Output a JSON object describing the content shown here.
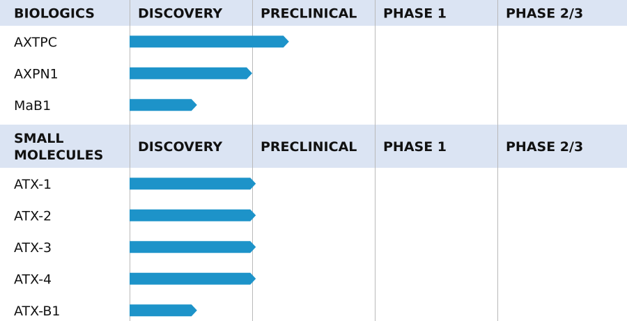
{
  "colors": {
    "header_band": "#dbe4f3",
    "bar": "#1d93c9",
    "grid": "#b9b9b9",
    "text": "#111111"
  },
  "chart_data": {
    "type": "bar",
    "title": "",
    "stages": [
      "DISCOVERY",
      "PRECLINICAL",
      "PHASE 1",
      "PHASE 2/3"
    ],
    "value_units": "pipeline stage position (0 = start of Discovery, 1 = start of Preclinical, 2 = start of Phase 1, 3 = start of Phase 2/3, 4 = end)",
    "xlim": [
      0,
      4
    ],
    "sections": [
      {
        "name": "BIOLOGICS",
        "name_lines": [
          "BIOLOGICS"
        ],
        "stage_headers": [
          "DISCOVERY",
          "PRECLINICAL",
          "PHASE 1",
          "PHASE 2/3"
        ],
        "programs": [
          {
            "label": "AXTPC",
            "value": 1.3
          },
          {
            "label": "AXPN1",
            "value": 1.0
          },
          {
            "label": "MaB1",
            "value": 0.55
          }
        ]
      },
      {
        "name": "SMALL MOLECULES",
        "name_lines": [
          "SMALL",
          "MOLECULES"
        ],
        "stage_headers": [
          "DISCOVERY",
          "PRECLINICAL",
          "PHASE 1",
          "PHASE 2/3"
        ],
        "programs": [
          {
            "label": "ATX-1",
            "value": 1.03
          },
          {
            "label": "ATX-2",
            "value": 1.03
          },
          {
            "label": "ATX-3",
            "value": 1.03
          },
          {
            "label": "ATX-4",
            "value": 1.03
          },
          {
            "label": "ATX-B1",
            "value": 0.55
          }
        ]
      }
    ]
  }
}
